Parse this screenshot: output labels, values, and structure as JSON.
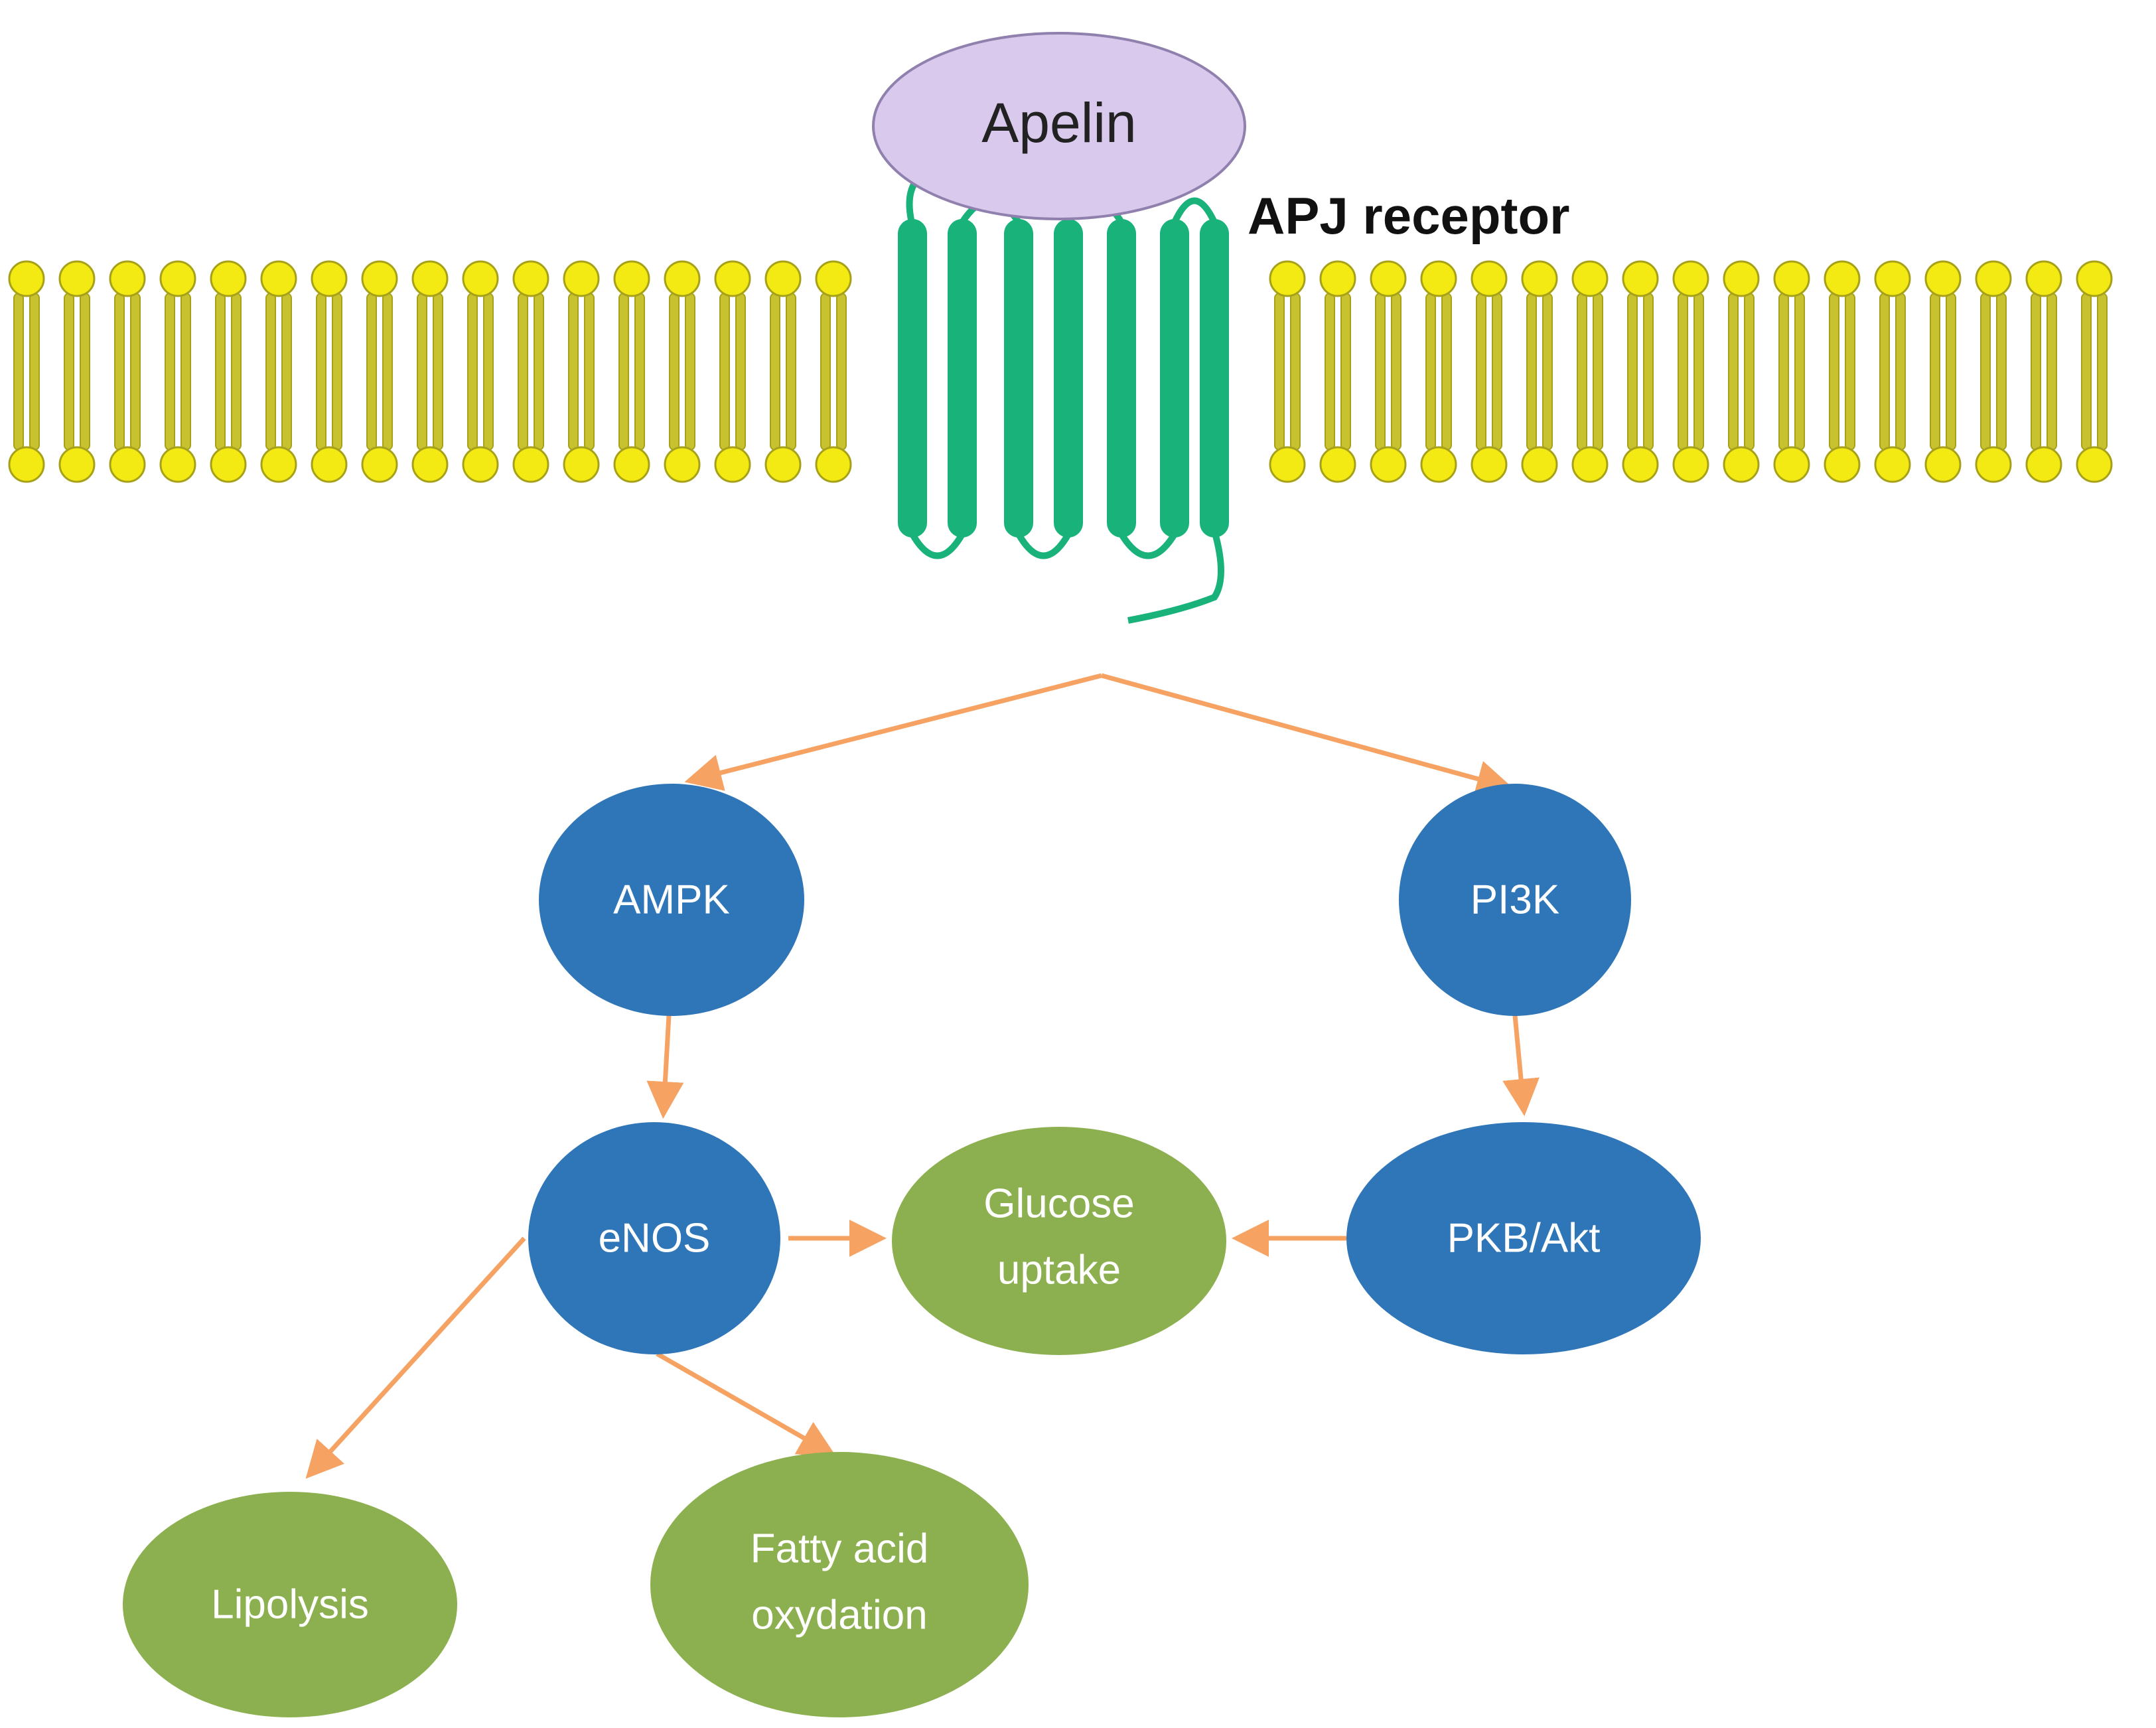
{
  "ligand": {
    "label": "Apelin",
    "color": "#d9c9ec",
    "stroke": "#8f80ad"
  },
  "receptor": {
    "label": "APJ receptor",
    "color": "#18b27a"
  },
  "membrane": {
    "head_color": "#f2ea12",
    "head_stroke": "#a7a11a",
    "tail_color": "#c9c230"
  },
  "arrow_color": "#f5a263",
  "nodes": {
    "ampk": {
      "line1": "AMPK",
      "line2": "",
      "kind": "kinase"
    },
    "pi3k": {
      "line1": "PI3K",
      "line2": "",
      "kind": "kinase"
    },
    "enos": {
      "line1": "eNOS",
      "line2": "",
      "kind": "kinase"
    },
    "pkbakt": {
      "line1": "PKB/Akt",
      "line2": "",
      "kind": "kinase"
    },
    "glucose": {
      "line1": "Glucose",
      "line2": "uptake",
      "kind": "effect"
    },
    "lipolysis": {
      "line1": "Lipolysis",
      "line2": "",
      "kind": "effect"
    },
    "fatty": {
      "line1": "Fatty acid",
      "line2": "oxydation",
      "kind": "effect"
    }
  },
  "colors": {
    "kinase": "#2f76b8",
    "effect": "#8cb04f"
  },
  "edges": [
    {
      "from": "receptor",
      "to": "ampk"
    },
    {
      "from": "receptor",
      "to": "pi3k"
    },
    {
      "from": "ampk",
      "to": "enos"
    },
    {
      "from": "pi3k",
      "to": "pkbakt"
    },
    {
      "from": "enos",
      "to": "glucose"
    },
    {
      "from": "pkbakt",
      "to": "glucose"
    },
    {
      "from": "enos",
      "to": "lipolysis"
    },
    {
      "from": "enos",
      "to": "fatty"
    }
  ]
}
